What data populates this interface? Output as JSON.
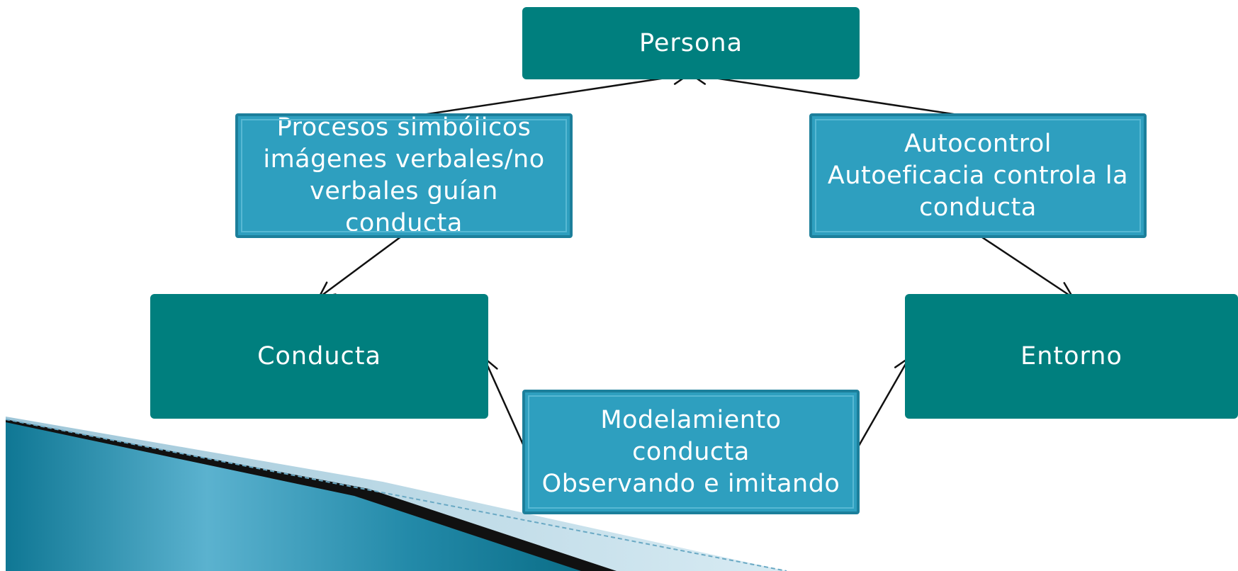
{
  "diagram": {
    "nodes": {
      "persona": "Persona",
      "conducta": "Conducta",
      "entorno": "Entorno",
      "procesos": [
        "Procesos simbólicos",
        "imágenes verbales/no",
        "verbales guían",
        "conducta"
      ],
      "autocontrol": [
        "Autocontrol",
        "Autoeficacia controla la",
        "conducta"
      ],
      "modelamiento": [
        "Modelamiento",
        "conducta",
        "Observando e imitando"
      ]
    },
    "edges": [
      {
        "from": "procesos",
        "to": "persona"
      },
      {
        "from": "autocontrol",
        "to": "persona"
      },
      {
        "from": "procesos",
        "to": "conducta"
      },
      {
        "from": "autocontrol",
        "to": "entorno"
      },
      {
        "from": "modelamiento",
        "to": "conducta"
      },
      {
        "from": "modelamiento",
        "to": "entorno"
      }
    ]
  },
  "colors": {
    "main_node": "#007f7e",
    "sub_node": "#2e9fbf",
    "arrow": "#111111"
  }
}
